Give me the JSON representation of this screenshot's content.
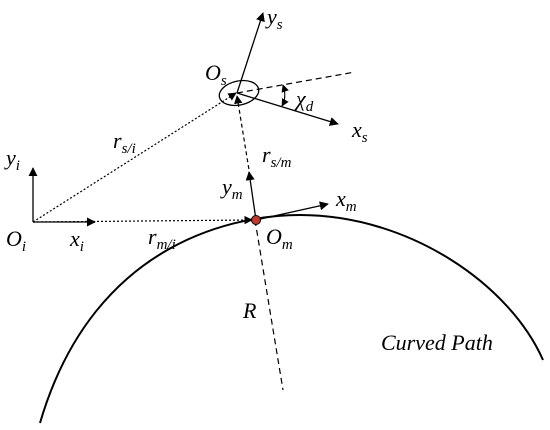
{
  "labels": {
    "ys": {
      "base": "y",
      "sub": "s"
    },
    "Os": {
      "base": "O",
      "sub": "s"
    },
    "chi": {
      "base": "χ",
      "sub": "d"
    },
    "xs": {
      "base": "x",
      "sub": "s"
    },
    "rsi": {
      "base": "r",
      "sub": "s/i"
    },
    "rsm": {
      "base": "r",
      "sub": "s/m"
    },
    "yi": {
      "base": "y",
      "sub": "i"
    },
    "ym": {
      "base": "y",
      "sub": "m"
    },
    "xm": {
      "base": "x",
      "sub": "m"
    },
    "Oi": {
      "base": "O",
      "sub": "i"
    },
    "xi": {
      "base": "x",
      "sub": "i"
    },
    "rmi": {
      "base": "r",
      "sub": "m/i"
    },
    "Om": {
      "base": "O",
      "sub": "m"
    },
    "R": "R",
    "curved_path": "Curved Path"
  },
  "colors": {
    "stroke": "#000000",
    "path_point_fill": "#c0392b"
  }
}
